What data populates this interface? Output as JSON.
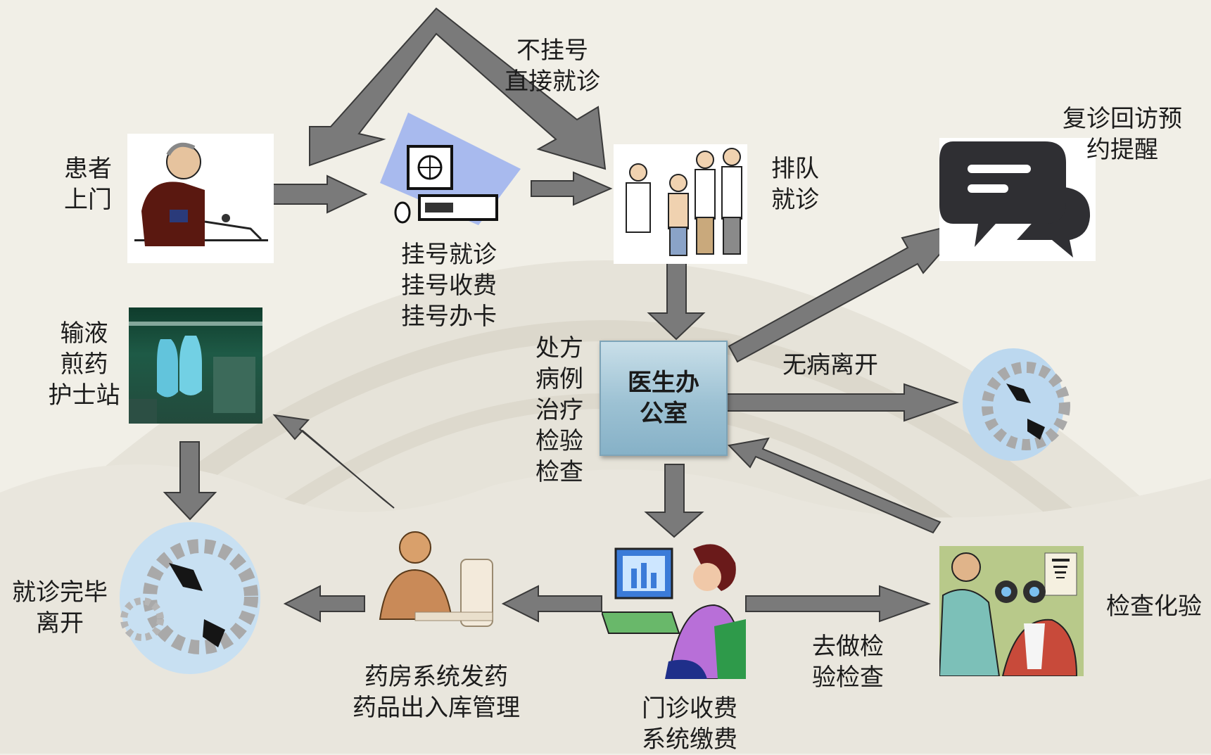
{
  "nodes": {
    "patient": [
      "患者",
      "上门"
    ],
    "registration": [
      "挂号就诊",
      "挂号收费",
      "挂号办卡"
    ],
    "skip_register": [
      "不挂号",
      "直接就诊"
    ],
    "queue": [
      "排队",
      "就诊"
    ],
    "doctor_office": [
      "医生办",
      "公室"
    ],
    "doctor_tasks": [
      "处方",
      "病例",
      "治疗",
      "检验",
      "检查"
    ],
    "followup": [
      "复诊回访预",
      "约提醒"
    ],
    "no_illness": "无病离开",
    "infusion": [
      "输液",
      "煎药",
      "护士站"
    ],
    "done": [
      "就诊完毕",
      "离开"
    ],
    "pharmacy": [
      "药房系统发药",
      "药品出入库管理"
    ],
    "payment": [
      "门诊收费",
      "系统缴费"
    ],
    "go_exam": [
      "去做检",
      "验检查"
    ],
    "exam_lab": "检查化验"
  },
  "colors": {
    "arrow_fill": "#7a7a7a",
    "arrow_stroke": "#3a3a3a",
    "office_box": "#9cc1d3"
  }
}
